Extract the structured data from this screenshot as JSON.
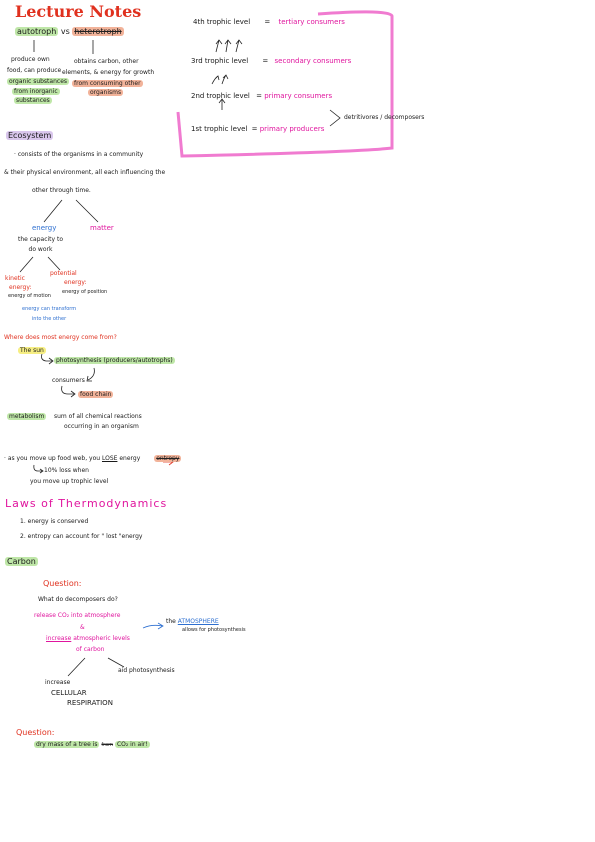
{
  "title": "Lecture Notes",
  "auto_hetero": {
    "autotroph": "autotroph",
    "vs": "vs",
    "heterotroph": "heterotroph",
    "auto_desc": [
      "produce own",
      "food, can produce",
      "organic substances",
      "from inorganic",
      "substances"
    ],
    "hetero_desc": [
      "obtains carbon, other",
      "elements, & energy for growth",
      "from consuming other",
      "organisms"
    ]
  },
  "trophic": {
    "levels": [
      {
        "label": "4th trophic level",
        "role": "tertiary consumers"
      },
      {
        "label": "3rd trophic level",
        "role": "secondary consumers"
      },
      {
        "label": "2nd trophic level",
        "role": "primary consumers"
      },
      {
        "label": "1st trophic level",
        "role": "primary producers"
      }
    ],
    "eq": "=",
    "decomposers": "detritivores / decomposers"
  },
  "ecosystem": {
    "heading": "Ecosystem",
    "line1": "· consists of the organisms in a community",
    "line2": "& their physical environment, all each influencing the",
    "line3": "other through time.",
    "energy": "energy",
    "matter": "matter",
    "energy_def": [
      "the capacity to",
      "do work"
    ],
    "kinetic": [
      "kinetic",
      "energy:"
    ],
    "kinetic_def": "energy of motion",
    "potential": [
      "potential",
      "energy:"
    ],
    "potential_def": "energy of position",
    "transform": [
      "energy can transform",
      "into the other"
    ]
  },
  "energy_source": {
    "question": "Where does most energy come from?",
    "sun": "The sun",
    "photosynthesis": "photosynthesis (producers/autotrophs)",
    "consumers": "consumers",
    "food_chain": "food chain",
    "metabolism": "metabolism",
    "metabolism_def": [
      "sum of all chemical reactions",
      "occurring in an organism"
    ]
  },
  "food_chain_notes": {
    "line1_a": "· as you move up food web, you",
    "lose": "LOSE",
    "line1_b": "energy",
    "entropy": "entropy",
    "line2": "10% loss when",
    "line3": "you move up trophic level"
  },
  "laws": {
    "heading": "Laws of Thermodynamics",
    "items": [
      "1. energy is conserved",
      "2. entropy can account for \" lost \"energy"
    ]
  },
  "carbon": {
    "heading": "Carbon",
    "question_label": "Question:",
    "question_text": "What do decomposers do?",
    "release": "release CO₂ into atmosphere",
    "amp": "&",
    "increase": "increase",
    "increase_rest": "atmospheric levels",
    "of_carbon": "of carbon",
    "the": "the",
    "atmosphere": "ATMOSPHERE",
    "allows": "allows for photosynthesis",
    "increase_cell": [
      "increase",
      "CELLULAR",
      "RESPIRATION"
    ],
    "aid": "aid photosynthesis"
  },
  "question2": {
    "label": "Question:",
    "text_a": "dry mass of a tree is",
    "text_from": "from",
    "text_b": "CO₂ in air!"
  },
  "colors": {
    "red": "#e0311f",
    "pink": "#e0159e",
    "blue": "#2d6fd0",
    "green_hl": "#bfe7a8",
    "orange_hl": "#f2b39a",
    "yellow_hl": "#f6ee83",
    "purple_hl": "#d9c6ec"
  }
}
